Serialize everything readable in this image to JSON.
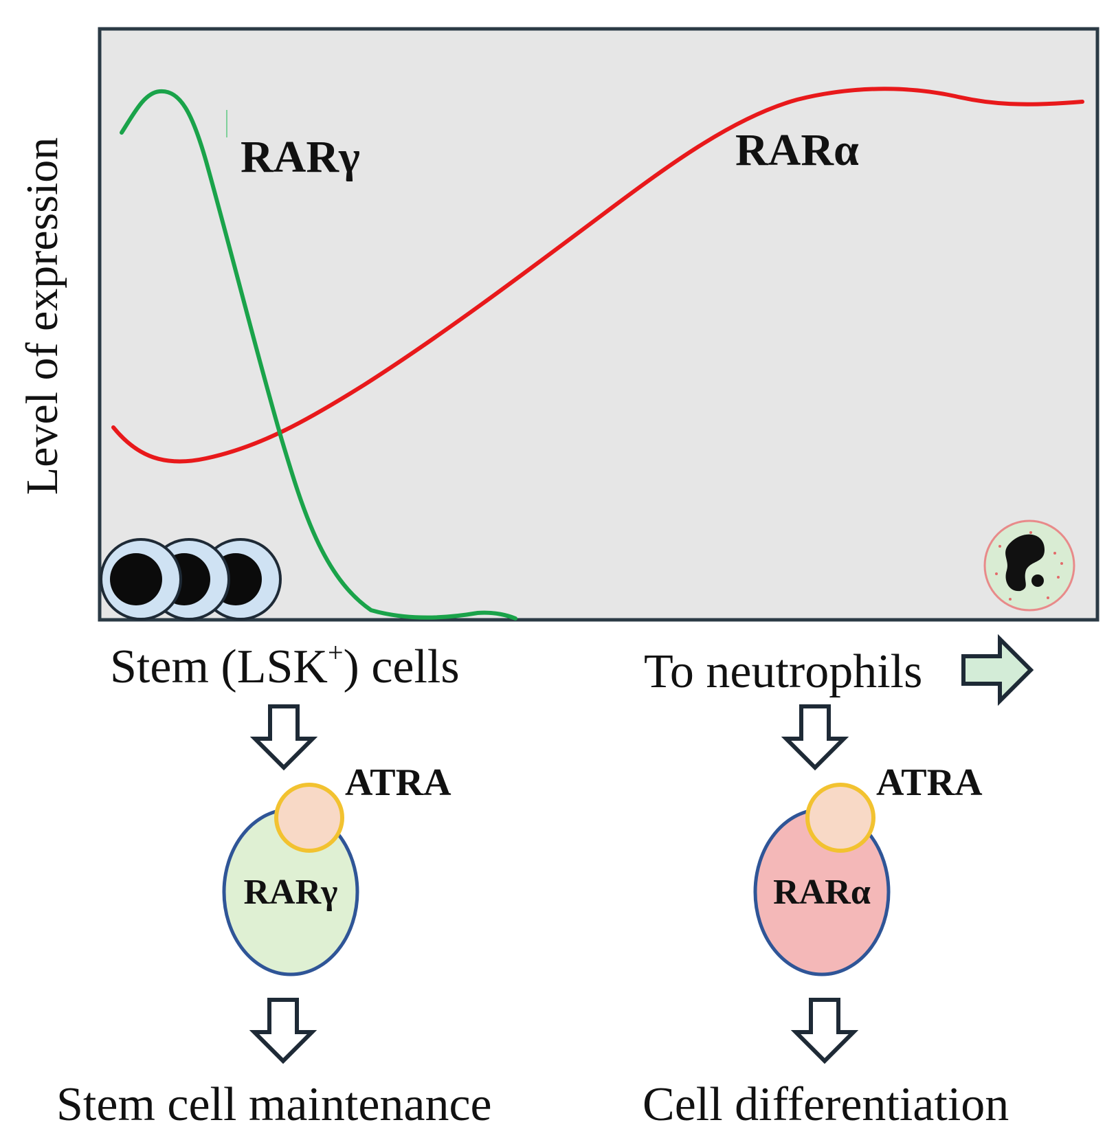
{
  "y_axis_label": "Level of expression",
  "curves": {
    "rar_gamma_label": "RARγ",
    "rar_alpha_label": "RARα",
    "rar_gamma_color": "#1aa34a",
    "rar_alpha_color": "#e8191b"
  },
  "stages": {
    "left_prefix": "Stem (LSK",
    "left_sup": "+",
    "left_suffix": ") cells",
    "right": "To neutrophils"
  },
  "left_pathway": {
    "ligand": "ATRA",
    "receptor": "RARγ",
    "outcome": "Stem cell maintenance",
    "receptor_color": "#dff0d3"
  },
  "right_pathway": {
    "ligand": "ATRA",
    "receptor": "RARα",
    "outcome": "Cell differentiation",
    "receptor_color": "#f4b8b8"
  },
  "colors": {
    "panel_bg": "#e6e6e6",
    "panel_border": "#2b3a45",
    "ligand_fill": "#f8d9c6",
    "ligand_border": "#f2c230",
    "receptor_border": "#2f5597",
    "arrow_fill": "#ffffff",
    "arrow_stroke": "#1e2a36",
    "right_arrow_fill": "#d3ecd7"
  }
}
